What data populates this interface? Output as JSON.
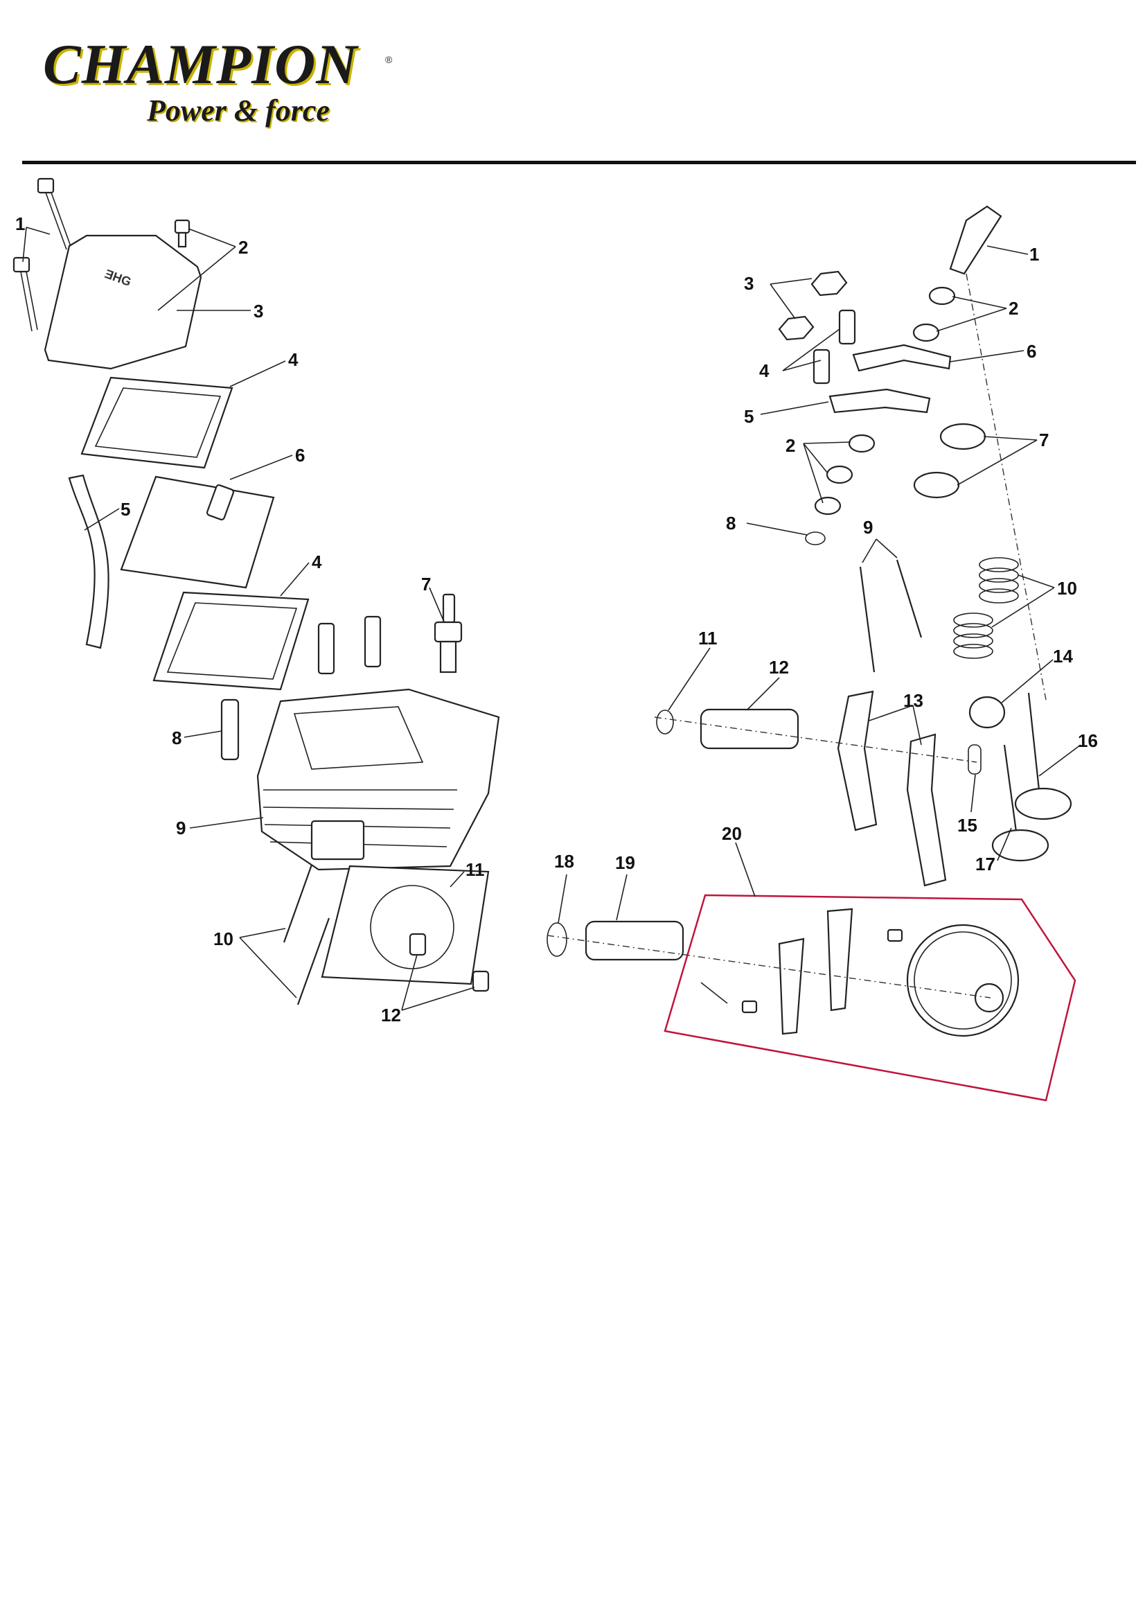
{
  "brand": {
    "name": "CHAMPION",
    "registered": "®",
    "tagline": "Power & force"
  },
  "colors": {
    "brand_accent": "#c9b200",
    "ink": "#111111",
    "group_box": "#c0143c"
  },
  "left_assembly": {
    "labels": [
      "1",
      "2",
      "3",
      "4",
      "6",
      "5",
      "4",
      "7",
      "8",
      "9",
      "11",
      "10",
      "12"
    ]
  },
  "right_assembly": {
    "labels": [
      "1",
      "3",
      "2",
      "4",
      "6",
      "5",
      "2",
      "7",
      "8",
      "9",
      "10",
      "11",
      "12",
      "14",
      "13",
      "16",
      "15",
      "17",
      "18",
      "19",
      "20"
    ]
  }
}
